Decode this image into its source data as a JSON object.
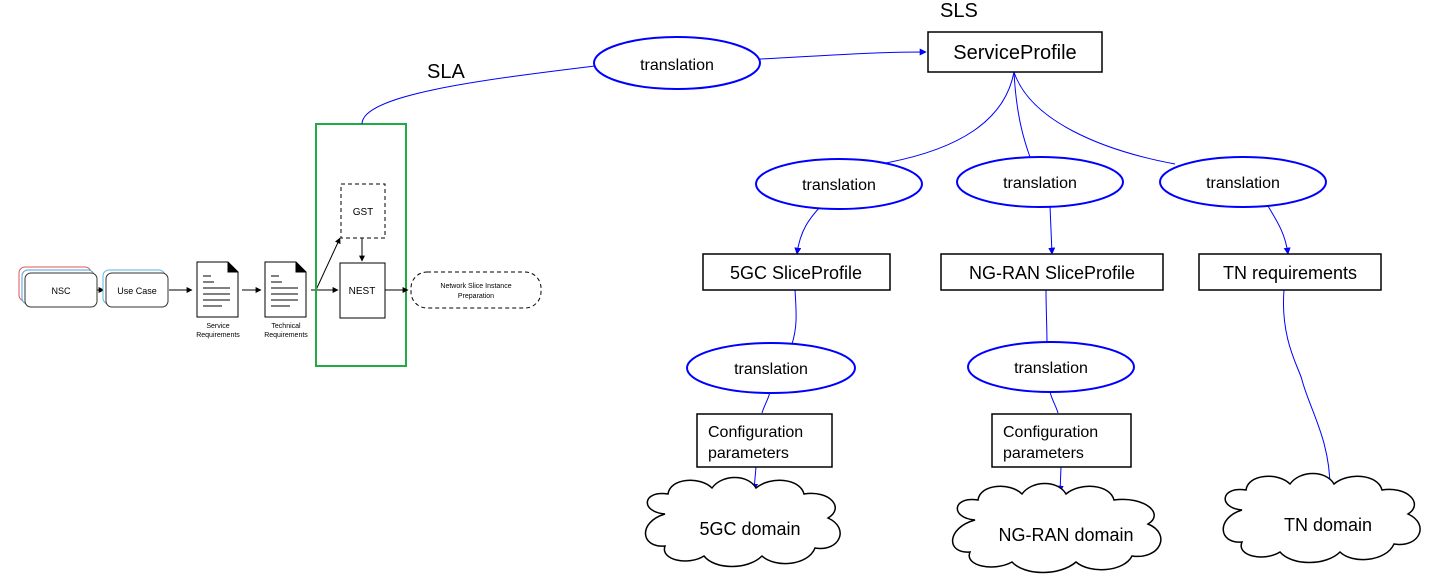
{
  "labels": {
    "sla": "SLA",
    "sls": "SLS"
  },
  "left_flow": {
    "nsc": "NSC",
    "use_case": "Use Case",
    "service_requirements": [
      "Service",
      "Requirements"
    ],
    "technical_requirements": [
      "Technical",
      "Requirements"
    ],
    "gst": "GST",
    "nest": "NEST",
    "nsi_preparation": [
      "Network Slice Instance",
      "Preparation"
    ]
  },
  "translation_label": "translation",
  "service_profile": "ServiceProfile",
  "slice_profiles": {
    "core": "5GC SliceProfile",
    "ran": "NG-RAN SliceProfile",
    "tn": "TN requirements"
  },
  "config_params": [
    "Configuration",
    "parameters"
  ],
  "domains": {
    "core": "5GC domain",
    "ran": "NG-RAN domain",
    "tn": "TN domain"
  },
  "colors": {
    "connector": "#0000ff",
    "nest_frame": "#22aa44",
    "nsc_shadow_red": "#e05555",
    "nsc_shadow_blue": "#4aa3df",
    "usecase_shadow": "#5ab7e0"
  }
}
